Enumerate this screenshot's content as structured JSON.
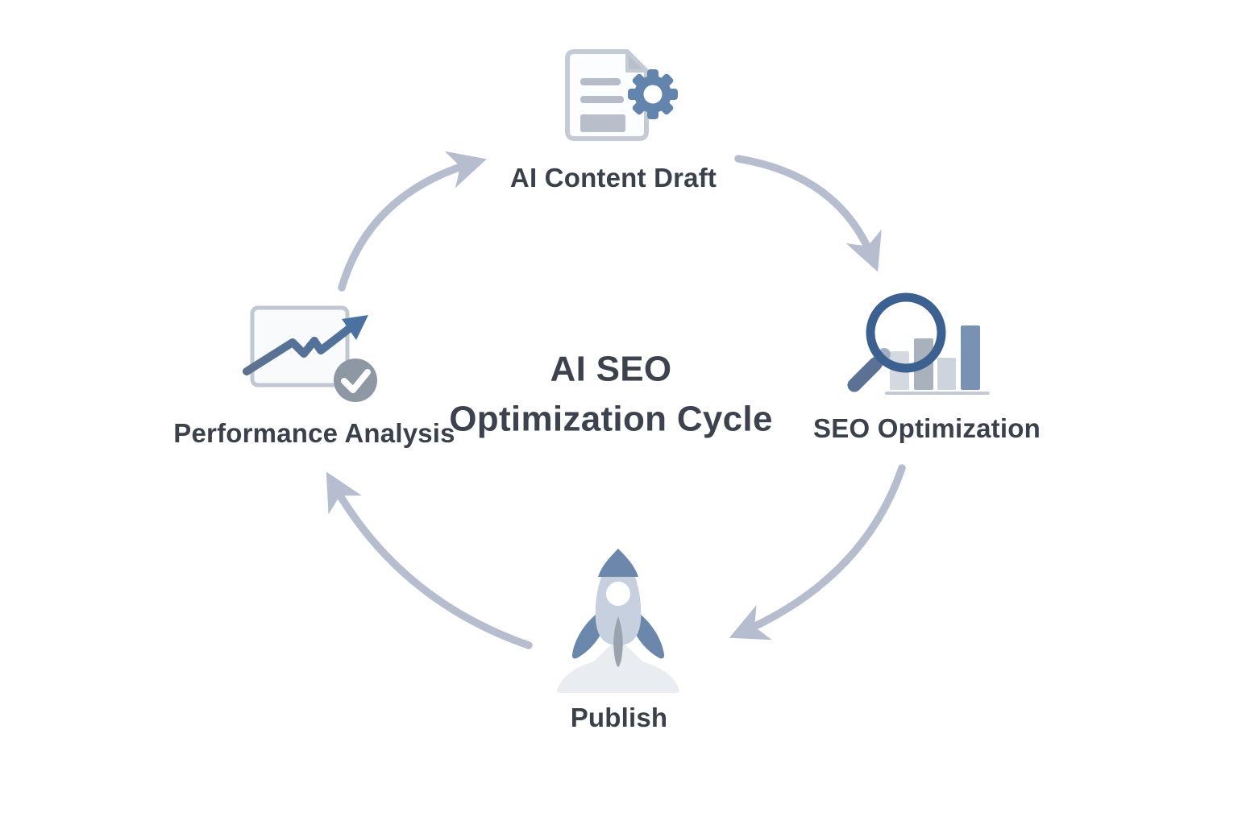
{
  "title": {
    "line1": "AI SEO",
    "line2": "Optimization Cycle"
  },
  "nodes": [
    {
      "id": "ai-content-draft",
      "label": "AI Content Draft",
      "icon": "document-gear-icon",
      "position": "top"
    },
    {
      "id": "seo-optimization",
      "label": "SEO Optimization",
      "icon": "magnifier-bar-chart-icon",
      "position": "right"
    },
    {
      "id": "publish",
      "label": "Publish",
      "icon": "rocket-icon",
      "position": "bottom"
    },
    {
      "id": "performance-analysis",
      "label": "Performance Analysis",
      "icon": "chart-checkmark-icon",
      "position": "left"
    }
  ],
  "arrows": [
    {
      "from": "Performance Analysis",
      "to": "AI Content Draft"
    },
    {
      "from": "AI Content Draft",
      "to": "SEO Optimization"
    },
    {
      "from": "SEO Optimization",
      "to": "Publish"
    },
    {
      "from": "Publish",
      "to": "Performance Analysis"
    }
  ],
  "colors": {
    "background": "#ffffff",
    "arrow": "#b5bdce",
    "steel_blue": "#6385ad",
    "dark_blue_ring": "#3c6190",
    "slate_handle": "#5b7294",
    "trend_blue": "#4a719f",
    "light_gray_outline": "#c5cbd5",
    "mid_gray_fill": "#b9bfca",
    "check_circle_gray": "#8e97a4",
    "rocket_body": "#c7d0df",
    "rocket_fin": "#6b88ac",
    "cloud": "#e9edf1",
    "label_text": "#3b414b",
    "title_text": "#3d434e"
  }
}
